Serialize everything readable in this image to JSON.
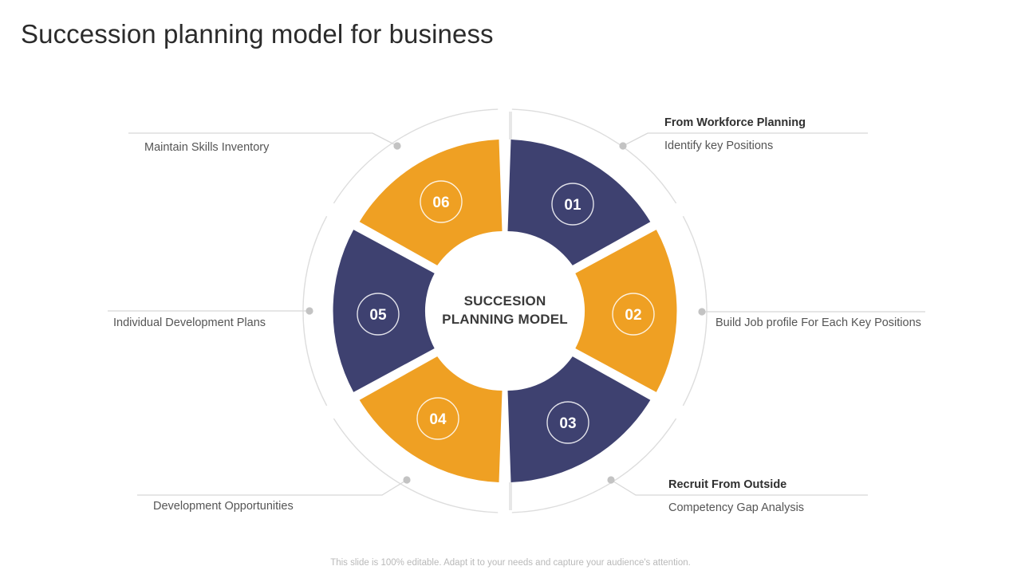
{
  "slide": {
    "title": "Succession planning model for business",
    "footer_note": "This slide is 100% editable. Adapt it to your needs and capture your audience's attention."
  },
  "diagram": {
    "center_line1": "SUCCESION",
    "center_line2": "PLANNING MODEL",
    "colors": {
      "navy": "#3E4170",
      "orange": "#EFA023",
      "ring_line": "#DCDCDC",
      "connector": "#D6D6D6",
      "dot": "#BFBFBF"
    },
    "segments": [
      {
        "number": "01",
        "color": "navy",
        "heading": "From Workforce Planning",
        "caption": "Identify  key Positions"
      },
      {
        "number": "02",
        "color": "orange",
        "heading": "",
        "caption": "Build Job profile For Each Key Positions"
      },
      {
        "number": "03",
        "color": "navy",
        "heading": "Recruit From Outside",
        "caption": "Competency Gap Analysis"
      },
      {
        "number": "04",
        "color": "orange",
        "heading": "",
        "caption": "Development Opportunities"
      },
      {
        "number": "05",
        "color": "navy",
        "heading": "",
        "caption": "Individual  Development  Plans"
      },
      {
        "number": "06",
        "color": "orange",
        "heading": "",
        "caption": "Maintain Skills Inventory"
      }
    ]
  }
}
